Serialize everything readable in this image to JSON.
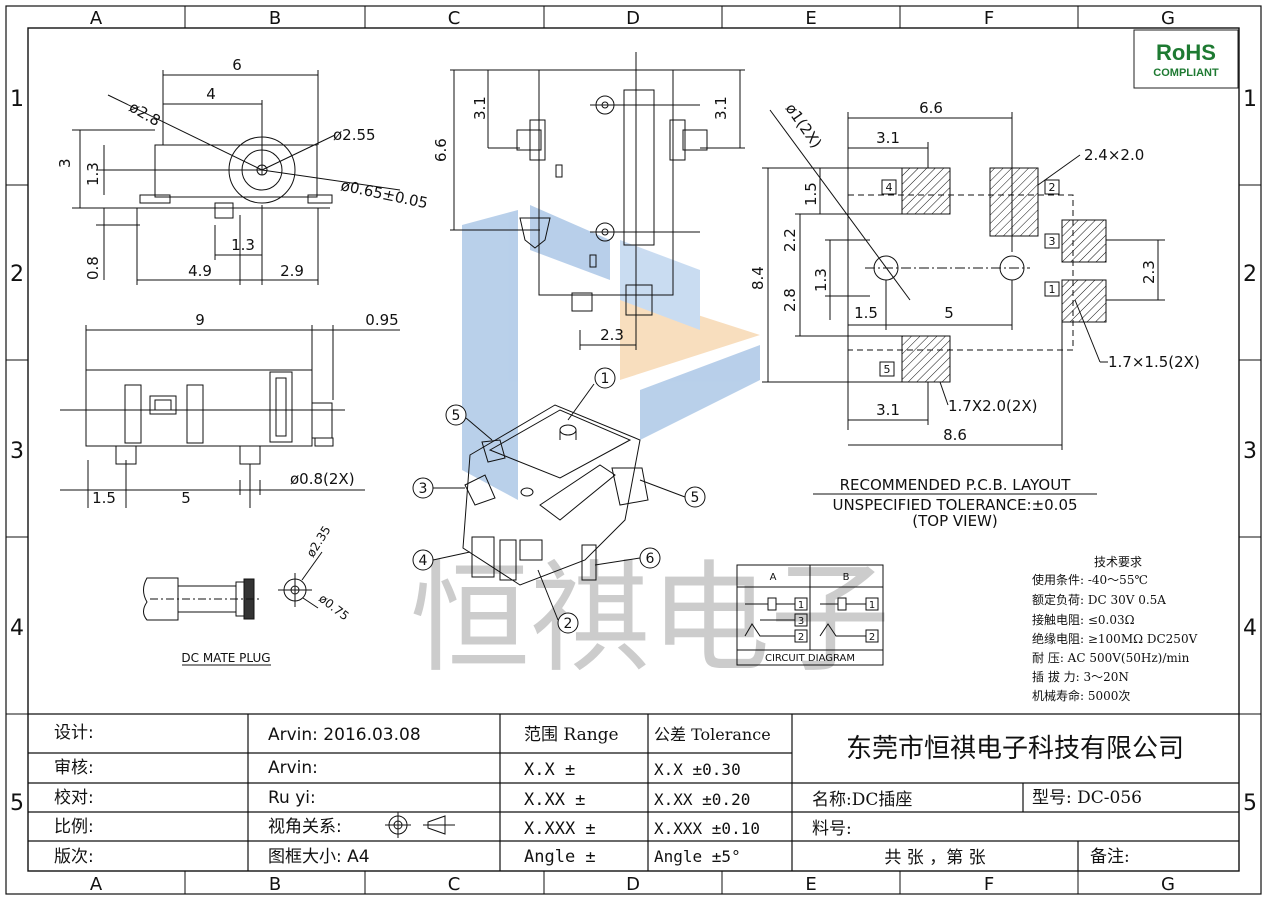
{
  "frame": {
    "columns": [
      "A",
      "B",
      "C",
      "D",
      "E",
      "F",
      "G"
    ],
    "rows": [
      "1",
      "2",
      "3",
      "4",
      "5"
    ]
  },
  "rohs": {
    "line1": "RoHS",
    "line2": "COMPLIANT"
  },
  "side_view": {
    "dims": [
      "6",
      "4",
      "ø2.8",
      "ø2.55",
      "ø0.65±0.05",
      "3",
      "1.3",
      "0.8",
      "1.3",
      "4.9",
      "2.9"
    ]
  },
  "bottom_view": {
    "dims": [
      "9",
      "0.95",
      "1.5",
      "5",
      "ø0.8(2X)"
    ]
  },
  "top_view": {
    "dims": [
      "3.1",
      "6.6",
      "3.1",
      "2.3"
    ]
  },
  "pcb": {
    "dims": [
      "ø1(2X)",
      "6.6",
      "3.1",
      "2.4×2.0",
      "1.5",
      "2.2",
      "1.3",
      "8.4",
      "2.8",
      "1.5",
      "5",
      "2.3",
      "1.7×1.5(2X)",
      "3.1",
      "1.7X2.0(2X)",
      "8.6"
    ],
    "pads": [
      "4",
      "2",
      "3",
      "1",
      "5"
    ],
    "title": "RECOMMENDED P.C.B. LAYOUT",
    "tolerance": "UNSPECIFIED TOLERANCE:±0.05",
    "view": "(TOP VIEW)"
  },
  "iso": {
    "callouts": [
      "1",
      "5",
      "3",
      "5",
      "4",
      "6",
      "2"
    ]
  },
  "plug": {
    "label": "DC MATE PLUG",
    "dims": [
      "ø2.35",
      "ø0.75"
    ]
  },
  "circuit": {
    "col_a": "A",
    "col_b": "B",
    "pins_a": [
      "1",
      "3",
      "2"
    ],
    "pins_b": [
      "1",
      "2"
    ],
    "caption": "CIRCUIT DIAGRAM"
  },
  "specs": {
    "title": "技术要求",
    "lines": [
      "使用条件: -40～55℃",
      "额定负荷: DC 30V 0.5A",
      "接触电阻: ≤0.03Ω",
      "绝缘电阻: ≥100MΩ DC250V",
      "耐    压: AC 500V(50Hz)/min",
      "插 拔 力: 3～20N",
      "机械寿命: 5000次"
    ]
  },
  "watermark": "恒祺电子",
  "title_block": {
    "rows": [
      {
        "label": "设计:",
        "value": "Arvin:  2016.03.08",
        "range": "范围 Range",
        "tol": "公差 Tolerance"
      },
      {
        "label": "审核:",
        "value": "Arvin:",
        "range": "X.X     ±",
        "tol": "X.X     ±0.30"
      },
      {
        "label": "校对:",
        "value": "Ru  yi:",
        "range": "X.XX    ±",
        "tol": "X.XX    ±0.20"
      },
      {
        "label": "比例:",
        "value": "视角关系:",
        "range": "X.XXX   ±",
        "tol": "X.XXX   ±0.10"
      },
      {
        "label": "版次:",
        "value": "图框大小:  A4",
        "range": "Angle  ±",
        "tol": "Angle  ±5°"
      }
    ],
    "company": "东莞市恒祺电子科技有限公司",
    "name": "名称:DC插座",
    "model": "型号: DC-056",
    "part_no": "料号:",
    "sheet": "共    张  ，第    张",
    "remark": "备注:"
  }
}
